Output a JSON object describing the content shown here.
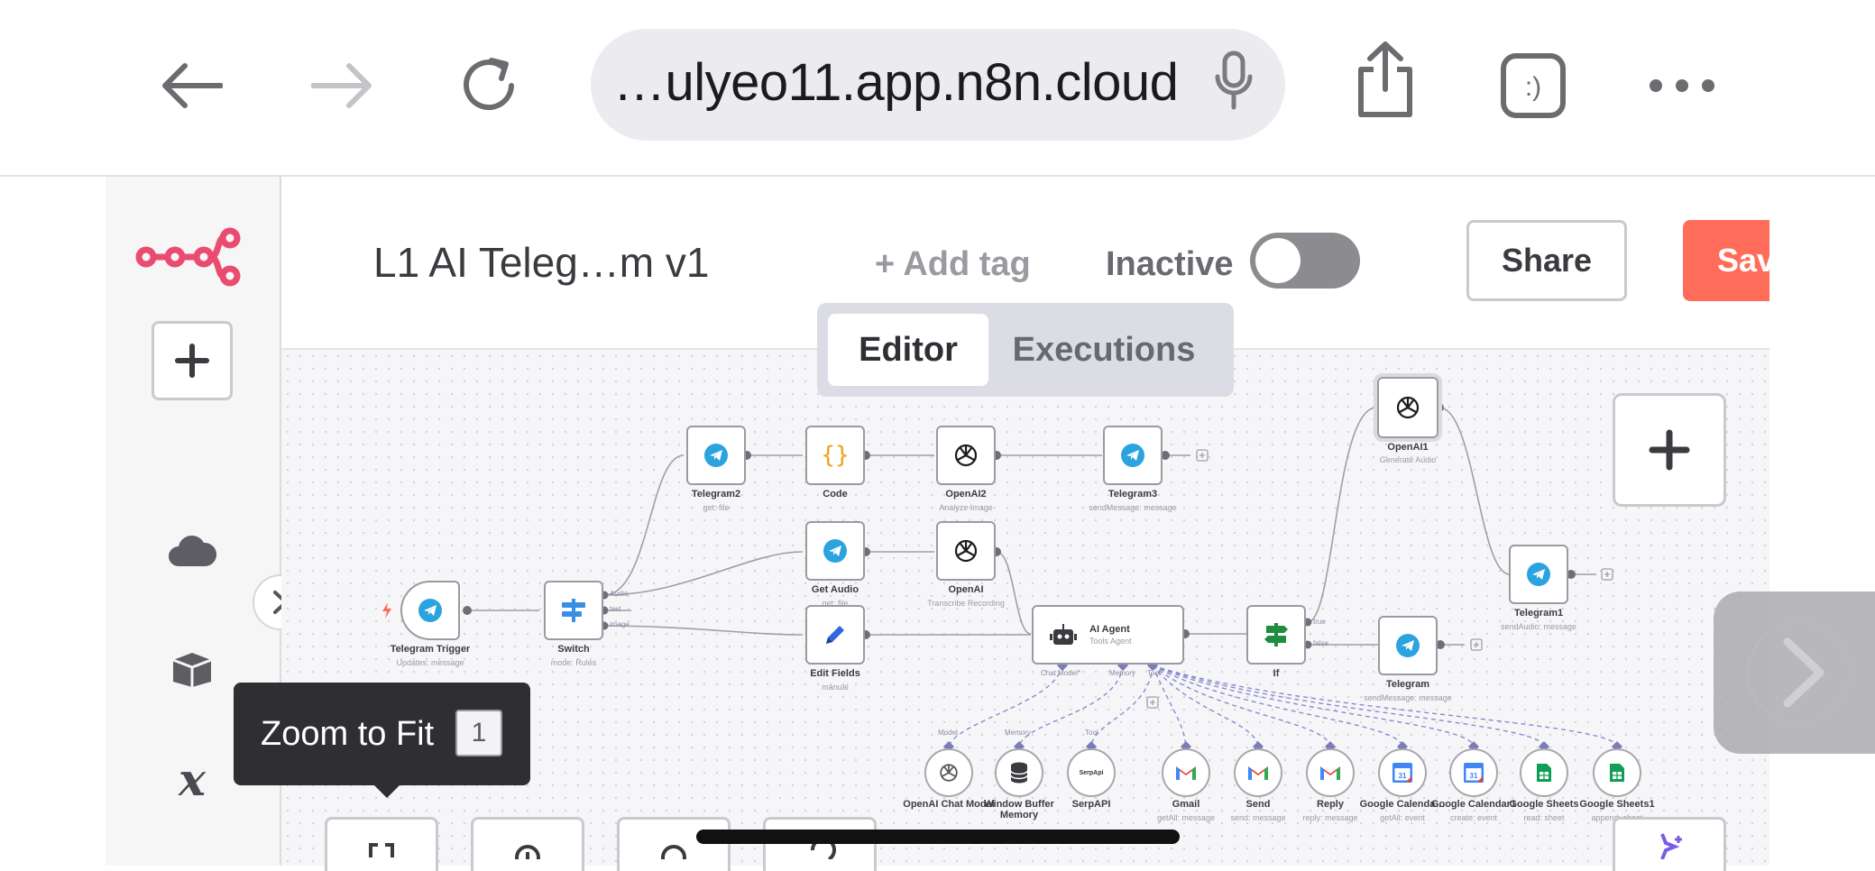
{
  "browser": {
    "url": "…ulyeo11.app.n8n.cloud",
    "icons": [
      "back-arrow-icon",
      "forward-arrow-icon",
      "reload-icon",
      "microphone-icon",
      "share-icon",
      "extension-icon",
      "more-icon"
    ]
  },
  "colors": {
    "brand": "#ea4b71",
    "save": "#ff6d5a",
    "telegram": "#2aa3df",
    "ai_port": "#7c7cb8"
  },
  "header": {
    "workflow_title": "L1 AI Teleg…m v1",
    "add_tag": "+ Add tag",
    "status": "Inactive",
    "share": "Share",
    "save": "Sav",
    "tabs": [
      {
        "label": "Editor",
        "active": true
      },
      {
        "label": "Executions",
        "active": false
      }
    ]
  },
  "tooltip": {
    "text": "Zoom to Fit",
    "shortcut": "1"
  },
  "nodes": {
    "telegram_trigger": {
      "name": "Telegram Trigger",
      "sub": "Updates: message"
    },
    "switch": {
      "name": "Switch",
      "sub": "mode: Rules",
      "outputs": [
        "Audio",
        "text",
        "image"
      ]
    },
    "telegram2": {
      "name": "Telegram2",
      "sub": "get: file"
    },
    "code": {
      "name": "Code",
      "glyph": "{}"
    },
    "openai2": {
      "name": "OpenAI2",
      "sub": "Analyze Image"
    },
    "telegram3": {
      "name": "Telegram3",
      "sub": "sendMessage: message"
    },
    "get_audio": {
      "name": "Get Audio",
      "sub": "get: file"
    },
    "openai": {
      "name": "OpenAI",
      "sub": "Transcribe Recording"
    },
    "edit_fields": {
      "name": "Edit Fields",
      "sub": "manual"
    },
    "ai_agent": {
      "name": "AI Agent",
      "sub": "Tools Agent",
      "ports": [
        "Chat Model*",
        "Memory",
        "Tool"
      ]
    },
    "if": {
      "name": "If",
      "outputs": [
        "true",
        "false"
      ]
    },
    "openai1": {
      "name": "OpenAI1",
      "sub": "Generate Audio"
    },
    "telegram1": {
      "name": "Telegram1",
      "sub": "sendAudio: message"
    },
    "telegram": {
      "name": "Telegram",
      "sub": "sendMessage: message"
    }
  },
  "sub_nodes": [
    {
      "name": "OpenAI Chat Model",
      "sub": "",
      "port": "Model"
    },
    {
      "name": "Window Buffer Memory",
      "sub": "",
      "port": "Memory"
    },
    {
      "name": "SerpAPI",
      "sub": "",
      "port": "Tool",
      "logo": "SerpApi"
    },
    {
      "name": "Gmail",
      "sub": "getAll: message"
    },
    {
      "name": "Send",
      "sub": "send: message"
    },
    {
      "name": "Reply",
      "sub": "reply: message"
    },
    {
      "name": "Google Calenda…",
      "sub": "getAll: event"
    },
    {
      "name": "Google Calendar1",
      "sub": "create: event"
    },
    {
      "name": "Google Sheets",
      "sub": "read: sheet"
    },
    {
      "name": "Google Sheets1",
      "sub": "append: sheet"
    }
  ]
}
